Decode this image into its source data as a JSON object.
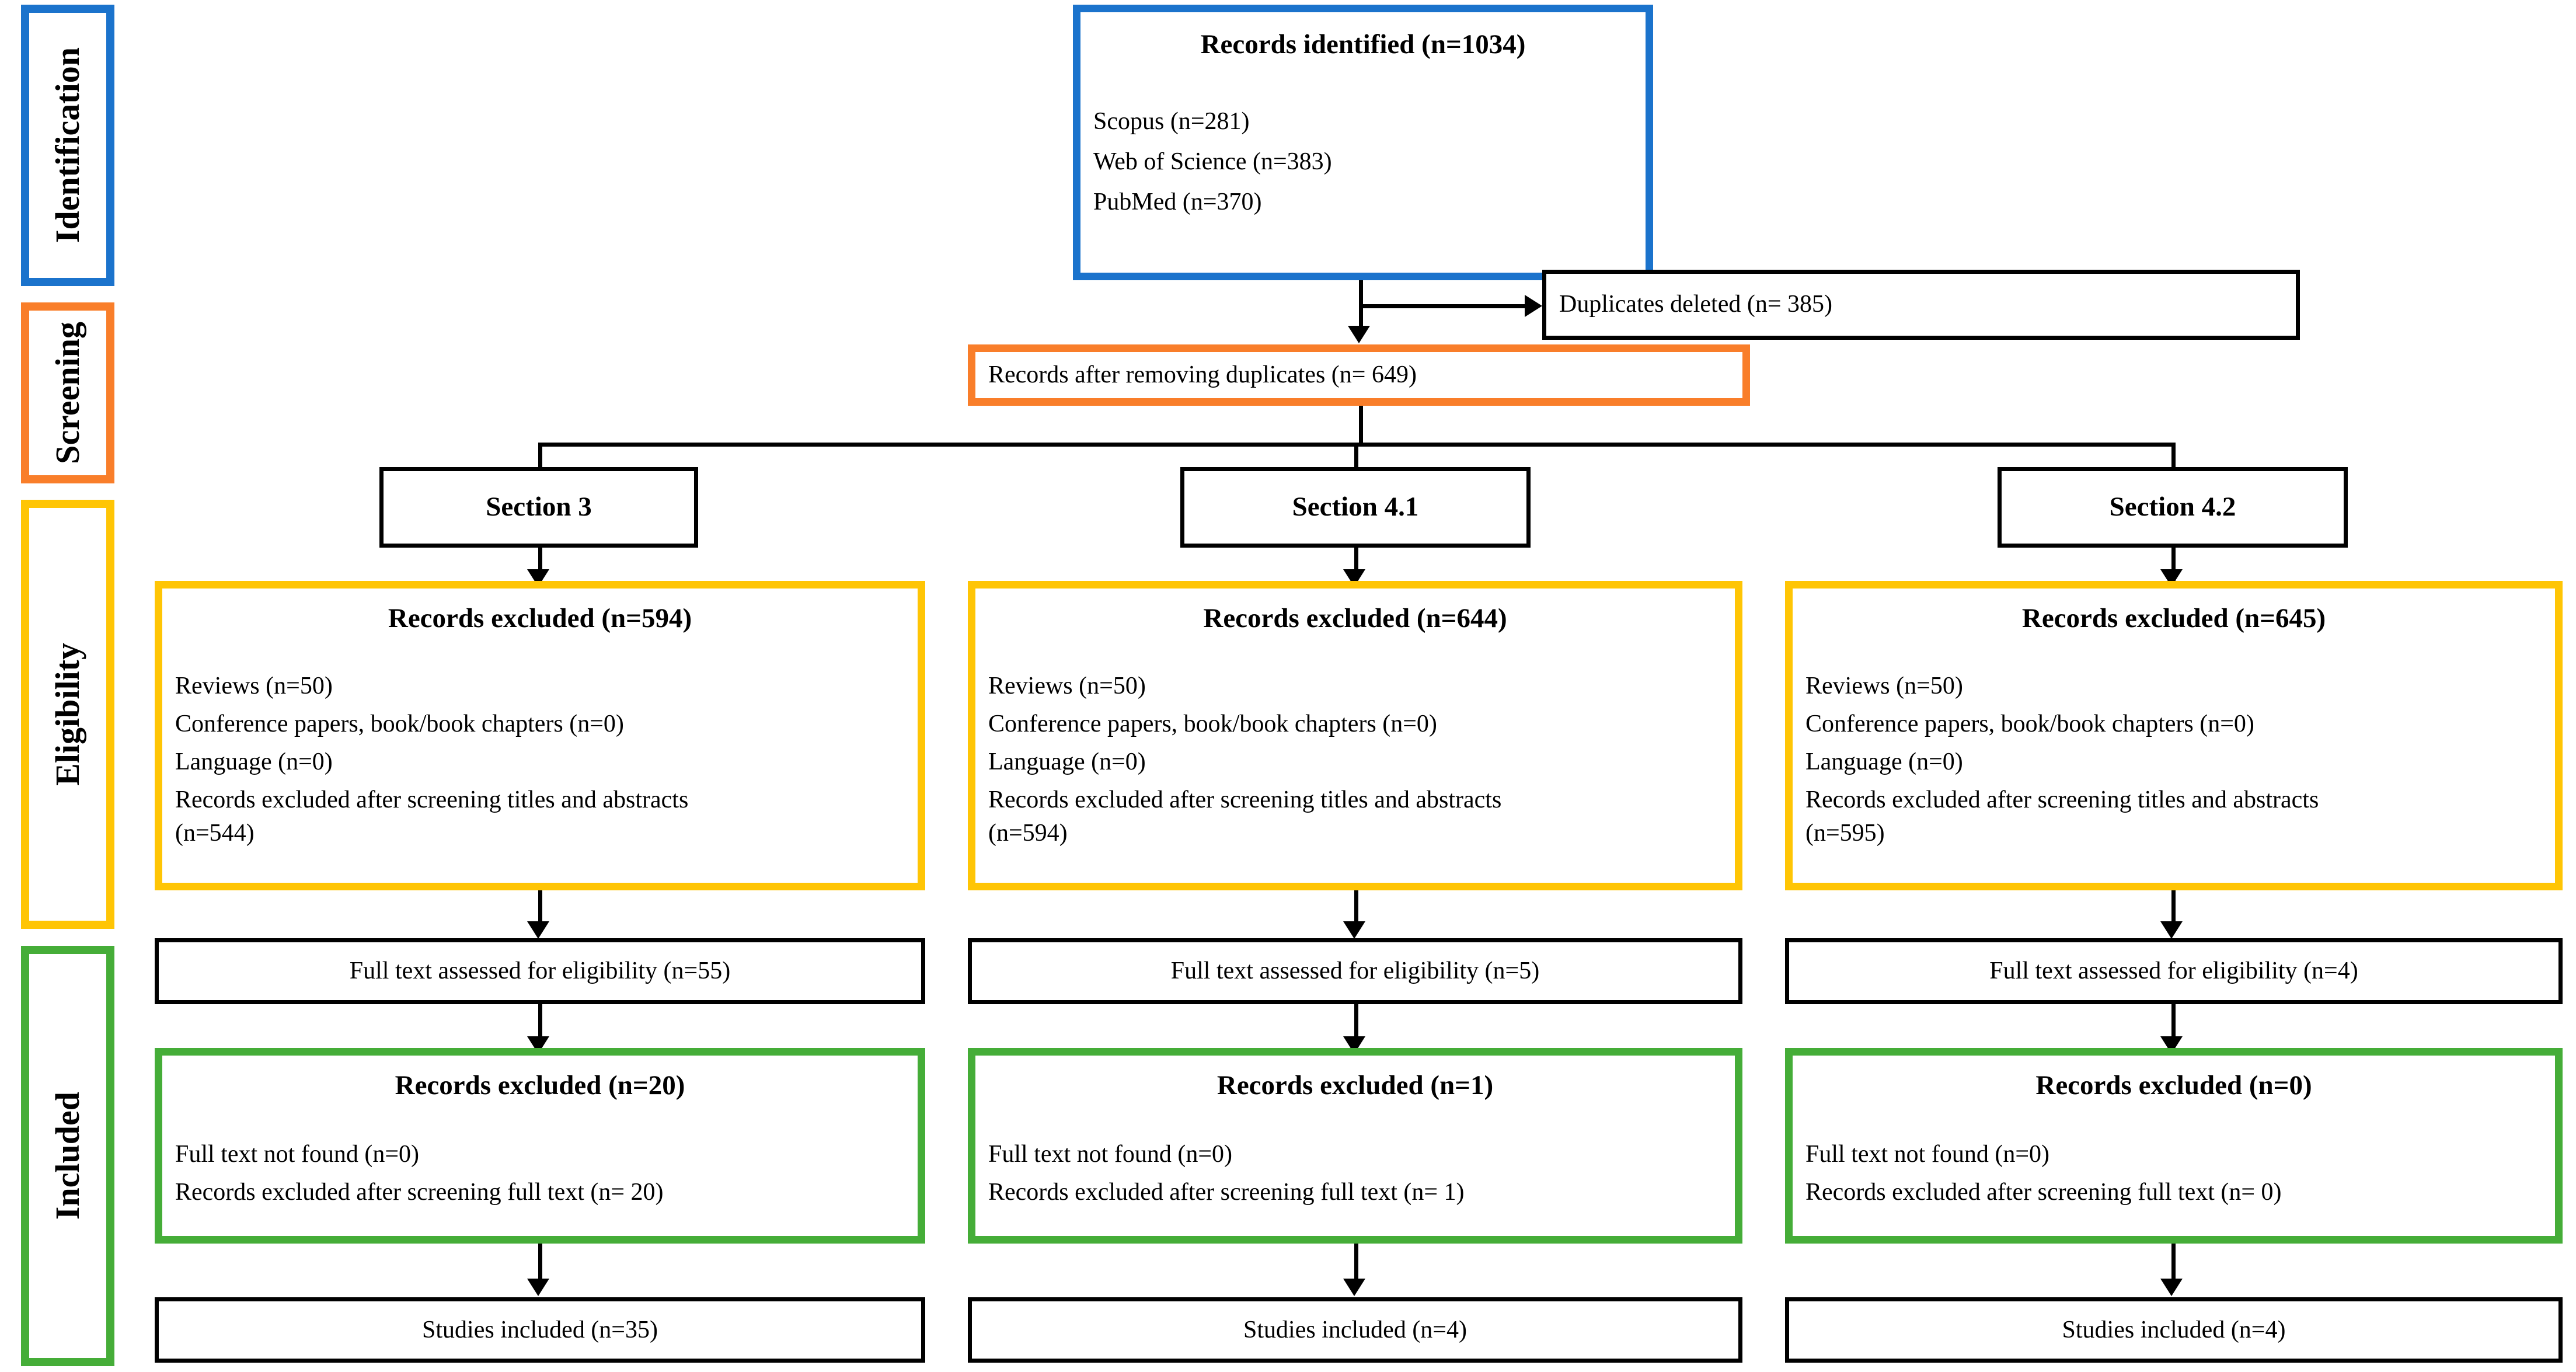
{
  "stages": [
    {
      "name": "identification",
      "label": "Identification",
      "color": "#1B73CC"
    },
    {
      "name": "screening",
      "label": "Screening",
      "color": "#F97E2A"
    },
    {
      "name": "eligibility",
      "label": "Eligibility",
      "color": "#FFC505"
    },
    {
      "name": "included",
      "label": "Included",
      "color": "#45AD38"
    }
  ],
  "identification": {
    "title": "Records identified (n=1034)",
    "sources": [
      "Scopus (n=281)",
      "Web of Science (n=383)",
      "PubMed (n=370)"
    ]
  },
  "duplicates_deleted": "Duplicates deleted (n= 385)",
  "after_duplicates": "Records after removing duplicates (n= 649)",
  "columns": [
    {
      "section_label": "Section 3",
      "excluded_screening": {
        "title": "Records excluded (n=594)",
        "lines": [
          "Reviews (n=50)",
          "Conference papers, book/book chapters (n=0)",
          "Language (n=0)",
          "Records excluded after screening titles and abstracts",
          "(n=544)"
        ]
      },
      "full_text_assessed": "Full text assessed for eligibility (n=55)",
      "excluded_fulltext": {
        "title": "Records excluded (n=20)",
        "lines": [
          "Full text not found (n=0)",
          "Records excluded after screening full text (n= 20)"
        ]
      },
      "studies_included": "Studies included (n=35)"
    },
    {
      "section_label": "Section 4.1",
      "excluded_screening": {
        "title": "Records excluded (n=644)",
        "lines": [
          "Reviews (n=50)",
          "Conference papers, book/book chapters (n=0)",
          "Language (n=0)",
          "Records excluded after screening titles and abstracts",
          "(n=594)"
        ]
      },
      "full_text_assessed": "Full text assessed for eligibility (n=5)",
      "excluded_fulltext": {
        "title": "Records excluded (n=1)",
        "lines": [
          "Full text not found (n=0)",
          "Records excluded after screening full text (n= 1)"
        ]
      },
      "studies_included": "Studies included (n=4)"
    },
    {
      "section_label": "Section 4.2",
      "excluded_screening": {
        "title": "Records excluded (n=645)",
        "lines": [
          "Reviews (n=50)",
          "Conference papers, book/book chapters (n=0)",
          "Language (n=0)",
          "Records excluded after screening titles and abstracts",
          "(n=595)"
        ]
      },
      "full_text_assessed": "Full text assessed for eligibility (n=4)",
      "excluded_fulltext": {
        "title": "Records excluded (n=0)",
        "lines": [
          "Full text not found (n=0)",
          "Records excluded after screening full text (n= 0)"
        ]
      },
      "studies_included": "Studies included (n=4)"
    }
  ],
  "colors": {
    "identification": "#1B73CC",
    "screening": "#F97E2A",
    "eligibility": "#FFC505",
    "included": "#45AD38",
    "line": "#000000"
  }
}
